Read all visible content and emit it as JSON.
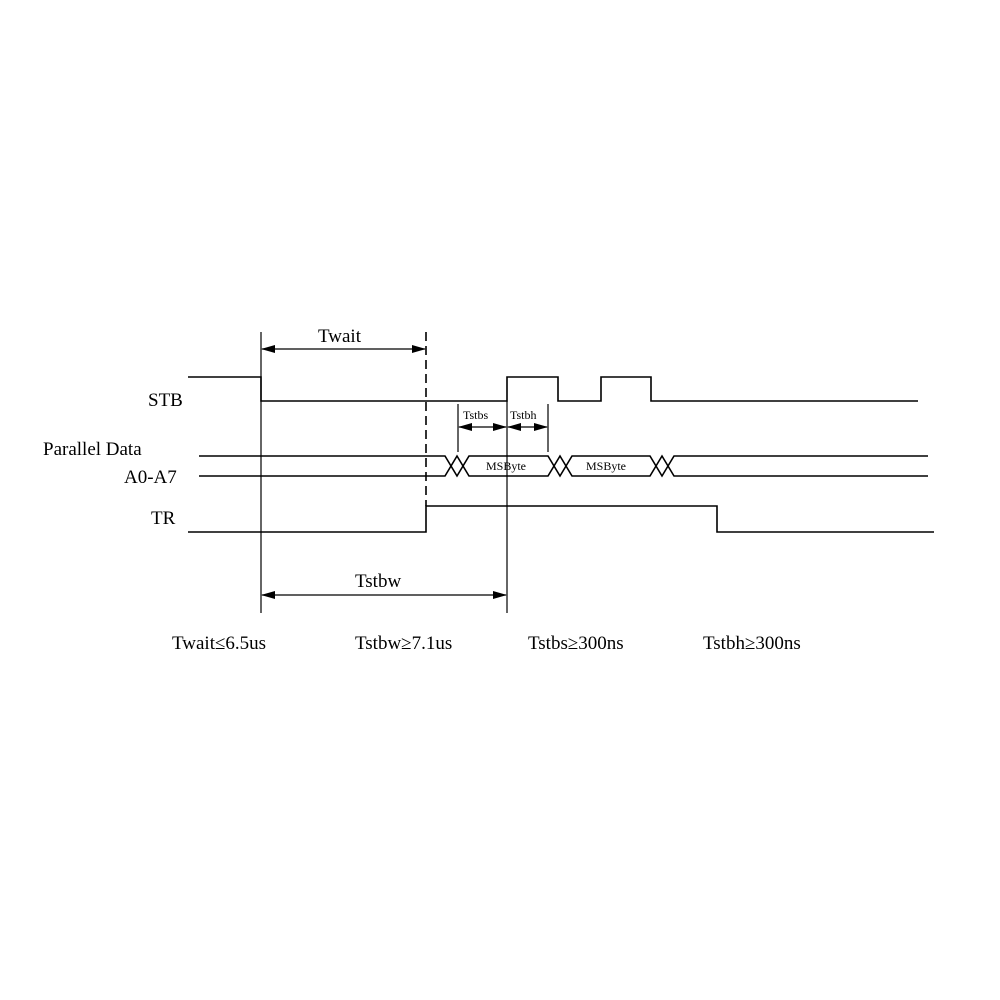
{
  "signals": {
    "stb": "STB",
    "parallel_data": "Parallel Data",
    "a0_a7": "A0-A7",
    "tr": "TR"
  },
  "dimensions": {
    "twait": "Twait",
    "tstbw": "Tstbw",
    "tstbs": "Tstbs",
    "tstbh": "Tstbh"
  },
  "data_cells": {
    "first": "MSByte",
    "second": "MSByte"
  },
  "notes": {
    "twait": "Twait≤6.5us",
    "tstbw": "Tstbw≥7.1us",
    "tstbs": "Tstbs≥300ns",
    "tstbh": "Tstbh≥300ns"
  },
  "colors": {
    "line": "#000000",
    "background": "#ffffff"
  }
}
